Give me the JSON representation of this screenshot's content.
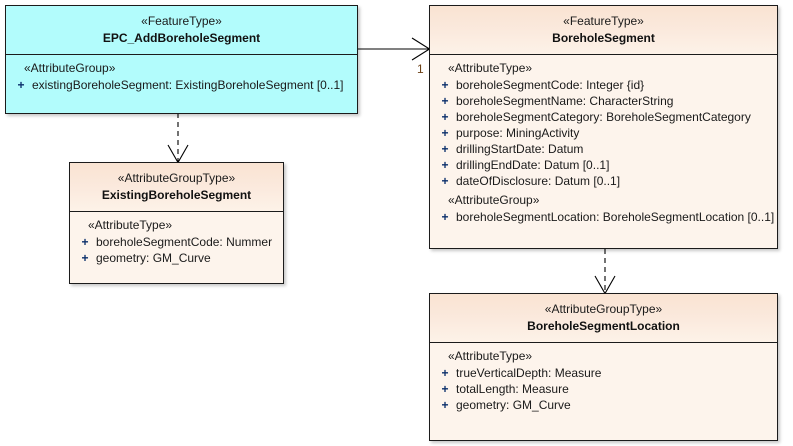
{
  "diagram": {
    "type": "uml-class-diagram",
    "background": "#ffffff",
    "colors": {
      "feature_type_fill": "#b2fcfc",
      "attribute_group_fill": "#fdf4ec",
      "attribute_group_header": "#f9e3d2",
      "border": "#1b1b1b",
      "visibility_plus": "#0b2f6b",
      "multiplicity_label": "#6b3f14"
    }
  },
  "classes": {
    "epc_add_borehole_segment": {
      "stereotype": "«FeatureType»",
      "name": "EPC_AddBoreholeSegment",
      "theme": "cyan",
      "compartments": [
        {
          "group_label": "«AttributeGroup»",
          "attributes": [
            {
              "visibility": "+",
              "signature": "existingBoreholeSegment: ExistingBoreholeSegment [0..1]"
            }
          ]
        }
      ]
    },
    "borehole_segment": {
      "stereotype": "«FeatureType»",
      "name": "BoreholeSegment",
      "theme": "peach",
      "compartments": [
        {
          "group_label": "«AttributeType»",
          "attributes": [
            {
              "visibility": "+",
              "signature": "boreholeSegmentCode: Integer {id}"
            },
            {
              "visibility": "+",
              "signature": "boreholeSegmentName: CharacterString"
            },
            {
              "visibility": "+",
              "signature": "boreholeSegmentCategory: BoreholeSegmentCategory"
            },
            {
              "visibility": "+",
              "signature": "purpose: MiningActivity"
            },
            {
              "visibility": "+",
              "signature": "drillingStartDate: Datum"
            },
            {
              "visibility": "+",
              "signature": "drillingEndDate: Datum [0..1]"
            },
            {
              "visibility": "+",
              "signature": "dateOfDisclosure: Datum [0..1]"
            }
          ]
        },
        {
          "group_label": "«AttributeGroup»",
          "attributes": [
            {
              "visibility": "+",
              "signature": "boreholeSegmentLocation: BoreholeSegmentLocation [0..1]"
            }
          ]
        }
      ]
    },
    "existing_borehole_segment": {
      "stereotype": "«AttributeGroupType»",
      "name": "ExistingBoreholeSegment",
      "theme": "peach",
      "compartments": [
        {
          "group_label": "«AttributeType»",
          "attributes": [
            {
              "visibility": "+",
              "signature": "boreholeSegmentCode: Nummer"
            },
            {
              "visibility": "+",
              "signature": "geometry: GM_Curve"
            }
          ]
        }
      ]
    },
    "borehole_segment_location": {
      "stereotype": "«AttributeGroupType»",
      "name": "BoreholeSegmentLocation",
      "theme": "peach",
      "compartments": [
        {
          "group_label": "«AttributeType»",
          "attributes": [
            {
              "visibility": "+",
              "signature": "trueVerticalDepth: Measure"
            },
            {
              "visibility": "+",
              "signature": "totalLength: Measure"
            },
            {
              "visibility": "+",
              "signature": "geometry: GM_Curve"
            }
          ]
        }
      ]
    }
  },
  "connectors": {
    "association_epc_to_boreholesegment": {
      "kind": "association",
      "line_style": "solid",
      "arrow": "open",
      "source": "EPC_AddBoreholeSegment",
      "target": "BoreholeSegment",
      "target_multiplicity": "1"
    },
    "dependency_epc_to_existing": {
      "kind": "dependency",
      "line_style": "dashed",
      "arrow": "open",
      "source": "EPC_AddBoreholeSegment",
      "target": "ExistingBoreholeSegment",
      "target_multiplicity": ""
    },
    "dependency_segment_to_location": {
      "kind": "dependency",
      "line_style": "dashed",
      "arrow": "open",
      "source": "BoreholeSegment",
      "target": "BoreholeSegmentLocation",
      "target_multiplicity": ""
    }
  }
}
